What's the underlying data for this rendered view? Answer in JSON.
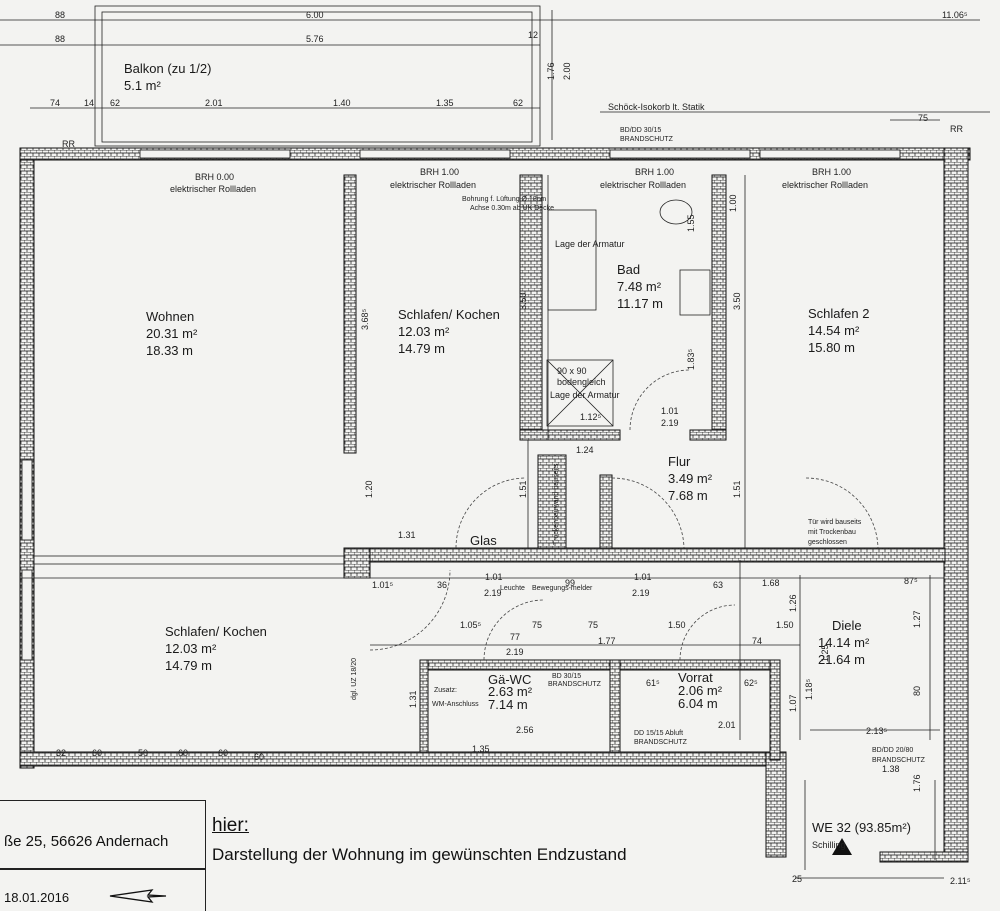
{
  "rooms": {
    "balkon": {
      "name": "Balkon (zu 1/2)",
      "area": "5.1 m²"
    },
    "wohnen": {
      "name": "Wohnen",
      "area": "20.31 m²",
      "perimeter": "18.33 m"
    },
    "schlafen_kochen_top": {
      "name": "Schlafen/ Kochen",
      "area": "12.03 m²",
      "perimeter": "14.79 m"
    },
    "bad": {
      "name": "Bad",
      "area": "7.48 m²",
      "perimeter": "11.17 m"
    },
    "schlafen2": {
      "name": "Schlafen 2",
      "area": "14.54 m²",
      "perimeter": "15.80 m"
    },
    "flur": {
      "name": "Flur",
      "area": "3.49 m²",
      "perimeter": "7.68 m"
    },
    "schlafen_kochen_bottom": {
      "name": "Schlafen/ Kochen",
      "area": "12.03 m²",
      "perimeter": "14.79 m"
    },
    "gae_wc": {
      "name": "Gä-WC",
      "area": "2.63 m²",
      "perimeter": "7.14 m"
    },
    "vorrat": {
      "name": "Vorrat",
      "area": "2.06 m²",
      "perimeter": "6.04 m"
    },
    "diele": {
      "name": "Diele",
      "area": "14.14 m²",
      "perimeter": "21.64 m"
    },
    "we": {
      "name": "WE 32 (93.85m²)"
    }
  },
  "annotations": {
    "schoeck": "Schöck-Isokorb lt. Statik",
    "brandschutz_top": "BD/DD 30/15",
    "brandschutz_top2": "BRANDSCHUTZ",
    "brh_000": "BRH 0.00",
    "brh_100_a": "BRH 1.00",
    "brh_100_b": "BRH 1.00",
    "brh_100_c": "BRH 1.00",
    "rolladen_a": "elektrischer Rollladen",
    "rolladen_b": "elektrischer Rollladen",
    "rolladen_c": "elektrischer Rollladen",
    "rolladen_d": "elektrischer Rollladen",
    "bohrung": "Bohrung f. Lüftung Ø 18cm",
    "achse": "Achse 0.30m ab UK Decke",
    "lage_armatur": "Lage der Armatur",
    "dusche": "90 x 90",
    "dusche2": "bodengleich",
    "lage_armatur2": "Lage der Armatur",
    "trockenbau": "Trockenbauwand bauseits",
    "tuer": "Tür wird bauseits",
    "tuer2": "mit Trockenbau",
    "tuer3": "geschlossen",
    "glas": "Glas",
    "zusatz": "Zusatz:",
    "wm": "WM-Anschluss",
    "bd3015": "BD 30/15",
    "brandschutz3": "BRANDSCHUTZ",
    "dd1515": "DD 15/15 Abluft",
    "brandschutz4": "BRANDSCHUTZ",
    "bddd2080": "BD/DD 20/80",
    "brandschutz5": "BRANDSCHUTZ",
    "schilling": "Schilling",
    "leuchte": "Leuchte",
    "bewegungsmelder": "Bewegungs-melder",
    "rr": "RR",
    "dgl": "dgl. UZ 18/20"
  },
  "dims": {
    "d600": "6.00",
    "d576": "5.76",
    "d1106": "11.06⁵",
    "d88a": "88",
    "d88b": "88",
    "d74": "74",
    "d14": "14",
    "d62a": "62",
    "d201": "2.01",
    "d140": "1.40",
    "d135": "1.35",
    "d62b": "62",
    "d75": "75",
    "d176": "1.76",
    "d200": "2.00",
    "d12": "12",
    "d350a": "3.50",
    "d368": "3.68⁵",
    "d350b": "3.50",
    "d155": "1.55",
    "d100": "1.00",
    "d183": "1.83⁵",
    "d151a": "1.51",
    "d151b": "1.51",
    "d120": "1.20",
    "d131": "1.31",
    "d124": "1.24",
    "d101": "1.01",
    "d219": "2.19",
    "d112": "1.12⁵",
    "d1015": "1.01⁵",
    "d36": "36",
    "d101b": "1.01",
    "d99": "99",
    "d101c": "1.01",
    "d63": "63",
    "d168": "1.68",
    "d875": "87⁵",
    "d219b": "2.19",
    "d219c": "2.19",
    "d1055": "1.05⁵",
    "d75b": "75",
    "d75c": "75",
    "d150": "1.50",
    "d150b": "1.50",
    "d177": "1.77",
    "d74b": "74",
    "d77": "77",
    "d219d": "2.19",
    "d256": "2.56",
    "d135b": "1.35",
    "d201b": "2.01",
    "d615": "61⁵",
    "d625": "62⁵",
    "d213": "2.13⁵",
    "d138": "1.38",
    "d127": "1.27",
    "d80": "80",
    "d176b": "1.76",
    "d126": "1.26",
    "d107": "1.07",
    "d125": "1.25",
    "d118": "1.18⁵",
    "d131b": "1.31",
    "d32": "32",
    "d60a": "60",
    "d50": "50",
    "d60b": "60",
    "d60c": "60",
    "d60d": "60",
    "d25": "25",
    "d211": "2.11⁵"
  },
  "title_block": {
    "address": "ße 25, 56626 Andernach",
    "date": "18.01.2016",
    "hier": "hier:",
    "description": "Darstellung der Wohnung im gewünschten Endzustand"
  }
}
